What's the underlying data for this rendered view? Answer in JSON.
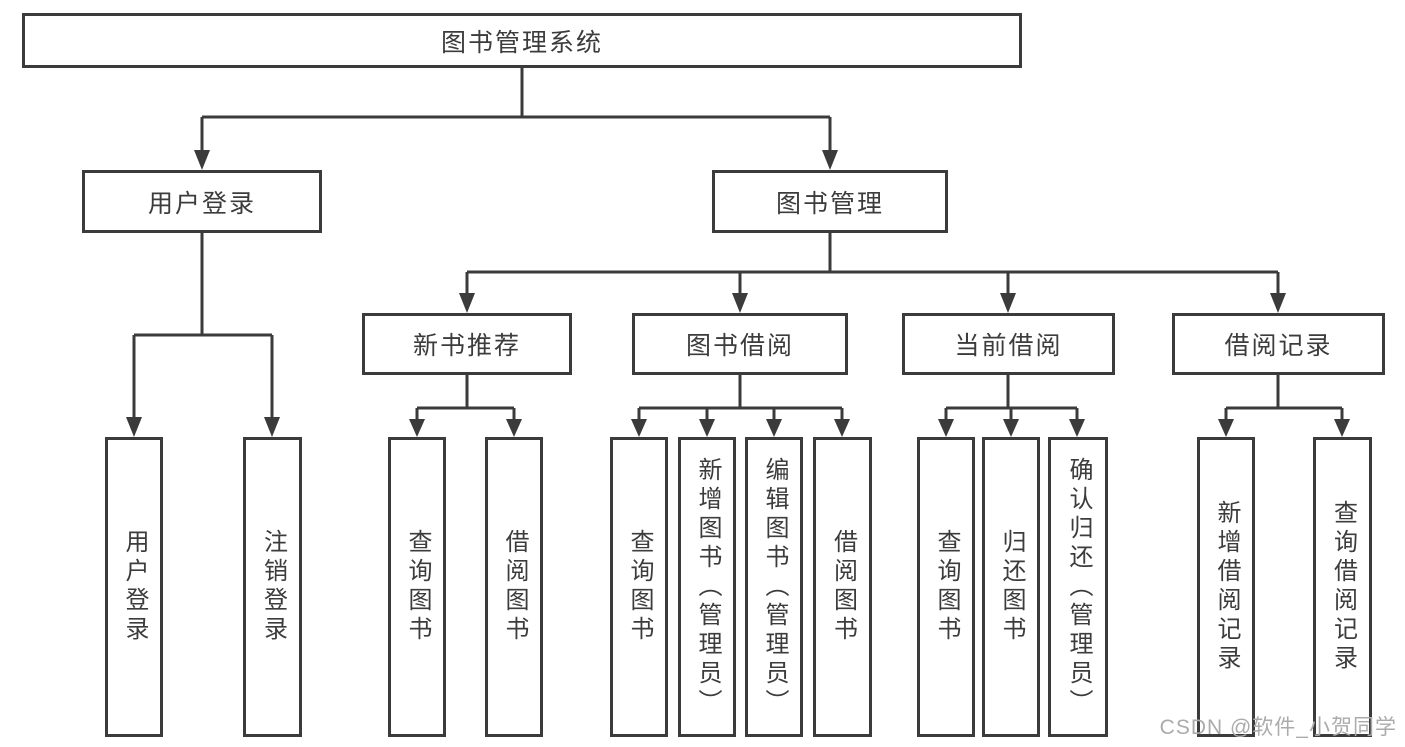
{
  "diagram": {
    "root": {
      "label": "图书管理系统"
    },
    "branches": {
      "user_login": {
        "label": "用户登录",
        "children": [
          {
            "label": "用户登录"
          },
          {
            "label": "注销登录"
          }
        ]
      },
      "book_management": {
        "label": "图书管理"
      }
    },
    "sections": {
      "new_books": {
        "label": "新书推荐",
        "children": [
          {
            "label": "查询图书"
          },
          {
            "label": "借阅图书"
          }
        ]
      },
      "book_borrow": {
        "label": "图书借阅",
        "children": [
          {
            "label": "查询图书"
          },
          {
            "label": "新增图书（管理员）"
          },
          {
            "label": "编辑图书（管理员）"
          },
          {
            "label": "借阅图书"
          }
        ]
      },
      "current_borrow": {
        "label": "当前借阅",
        "children": [
          {
            "label": "查询图书"
          },
          {
            "label": "归还图书"
          },
          {
            "label": "确认归还（管理员）"
          }
        ]
      },
      "borrow_records": {
        "label": "借阅记录",
        "children": [
          {
            "label": "新增借阅记录"
          },
          {
            "label": "查询借阅记录"
          }
        ]
      }
    }
  },
  "watermark": {
    "text": "CSDN @软件_小贺同学"
  },
  "colors": {
    "line": "#3b3b3b",
    "box_background": "#ffffff",
    "text": "#3c3c3c",
    "watermark": "#ababab"
  }
}
